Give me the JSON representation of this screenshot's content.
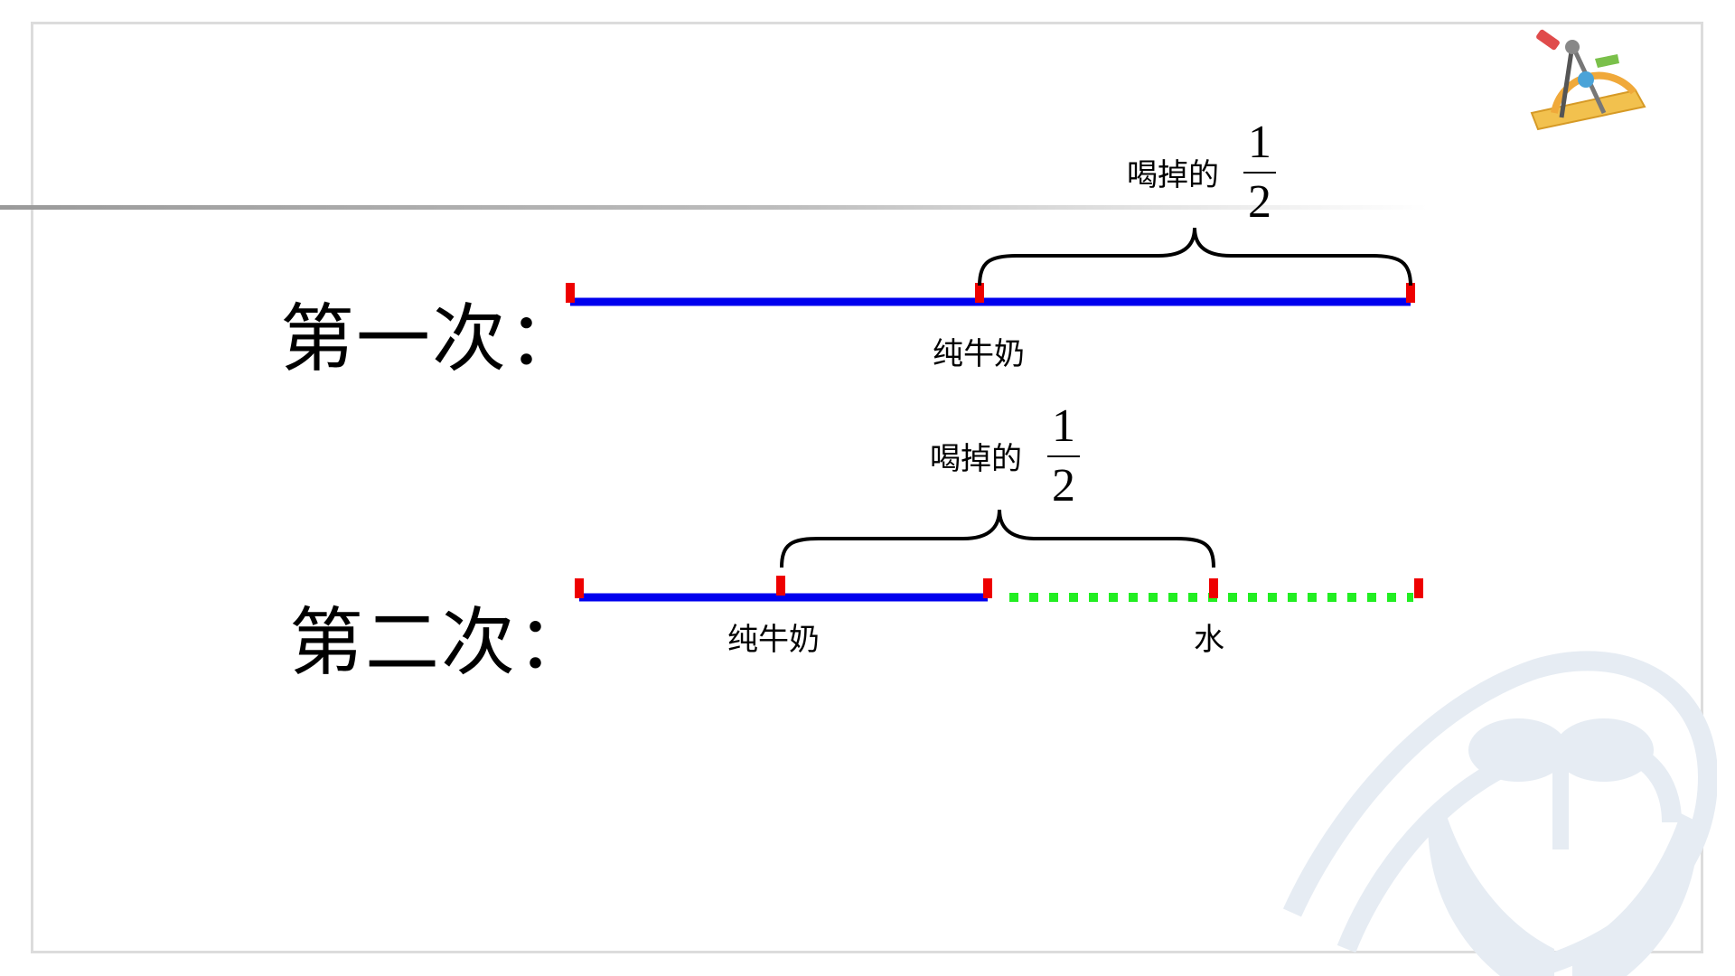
{
  "colors": {
    "milk_line": "#0000ee",
    "water_line": "#22ee22",
    "tick": "#ee0000",
    "brace": "#000000"
  },
  "row1": {
    "label": "第一次：",
    "segment_label": "纯牛奶",
    "drink_label": "喝掉的",
    "fraction": {
      "numerator": "1",
      "denominator": "2"
    }
  },
  "row2": {
    "label": "第二次：",
    "milk_label": "纯牛奶",
    "water_label": "水",
    "drink_label": "喝掉的",
    "fraction": {
      "numerator": "1",
      "denominator": "2"
    }
  },
  "icons": {
    "corner": "drawing-tools-icon",
    "watermark": "publisher-logo-watermark"
  }
}
